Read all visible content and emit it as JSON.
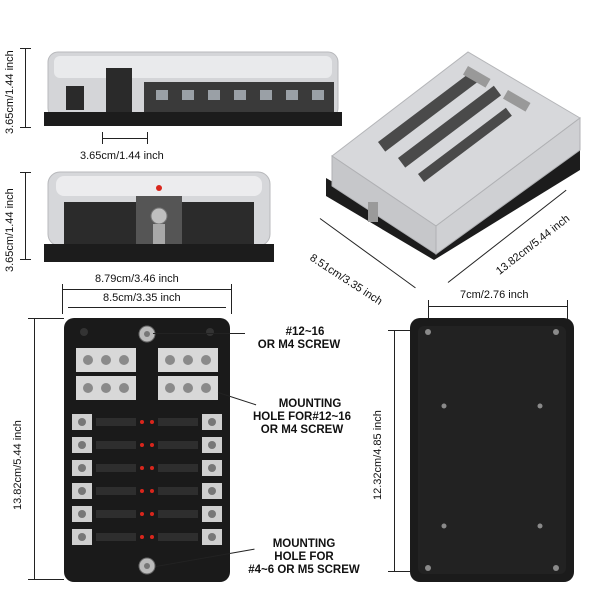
{
  "dims": {
    "top_side_height": "3.65cm/1.44 inch",
    "top_side_width": "3.65cm/1.44 inch",
    "end_height": "3.65cm/1.44 inch",
    "iso_depth": "8.51cm/3.35 inch",
    "iso_length": "13.82cm/5.44 inch",
    "outer_width": "8.79cm/3.46 inch",
    "inner_width": "8.5cm/3.35 inch",
    "front_height": "13.82cm/5.44 inch",
    "back_width": "7cm/2.76 inch",
    "back_height": "12.32cm/4.85 inch"
  },
  "callouts": {
    "screw_top_1": "#12~16",
    "screw_top_2": "OR M4 SCREW",
    "mount_1": "MOUNTING",
    "mount_2": "HOLE FOR#12~16",
    "mount_3": "OR M4 SCREW",
    "mount_bottom_1": "MOUNTING",
    "mount_bottom_2": "HOLE FOR",
    "mount_bottom_3": "#4~6 OR M5 SCREW"
  },
  "colors": {
    "base": "#1c1c1c",
    "cover": "#d9dadc",
    "metal": "#c8c8c8",
    "led": "#d9261c"
  }
}
